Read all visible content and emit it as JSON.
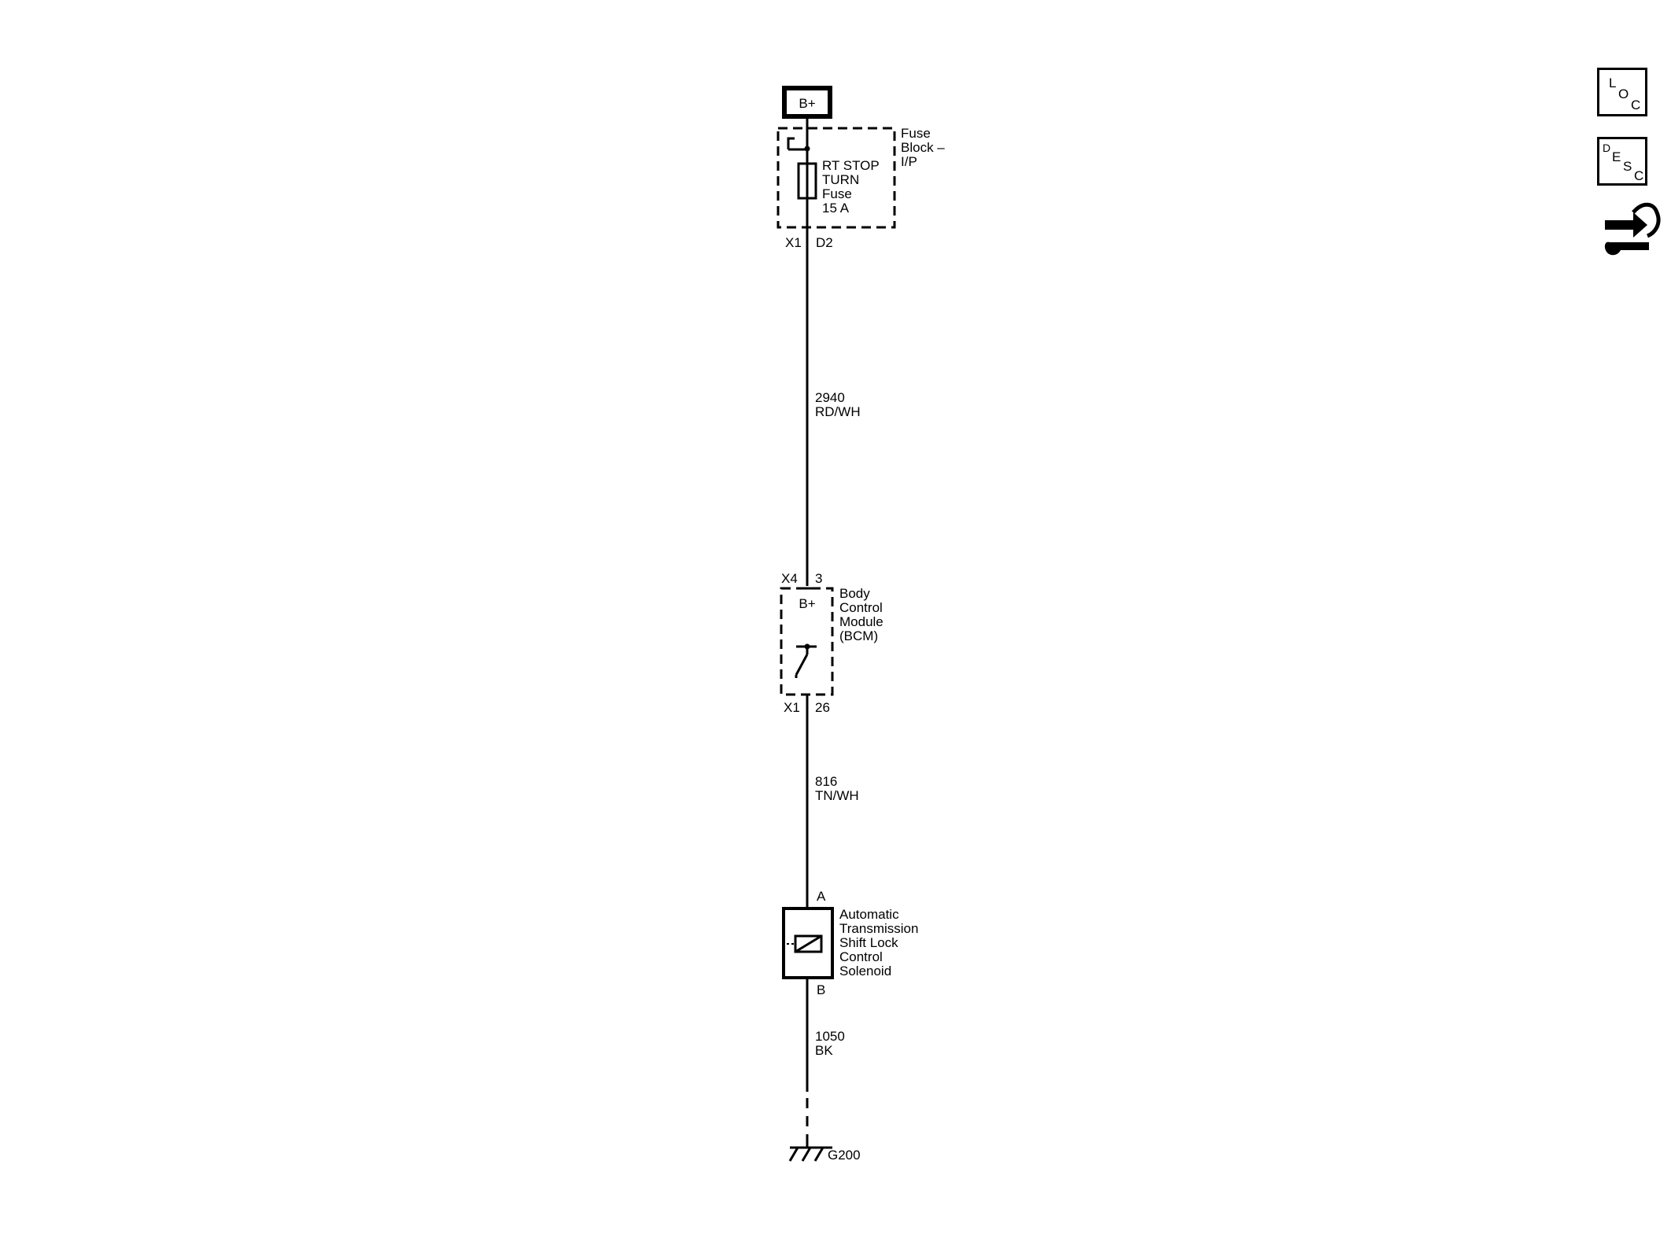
{
  "power_source": {
    "label": "B+"
  },
  "fuse_block": {
    "name_lines": [
      "Fuse",
      "Block –",
      "I/P"
    ],
    "fuse_lines": [
      "RT STOP",
      "TURN",
      "Fuse",
      "15 A"
    ],
    "connector": "X1",
    "pin": "D2"
  },
  "wire_1": {
    "circuit": "2940",
    "color": "RD/WH"
  },
  "bcm": {
    "name_lines": [
      "Body",
      "Control",
      "Module",
      "(BCM)"
    ],
    "input_label": "B+",
    "in_connector": "X4",
    "in_pin": "3",
    "out_connector": "X1",
    "out_pin": "26"
  },
  "wire_2": {
    "circuit": "816",
    "color": "TN/WH"
  },
  "solenoid": {
    "name_lines": [
      "Automatic",
      "Transmission",
      "Shift Lock",
      "Control",
      "Solenoid"
    ],
    "pin_a": "A",
    "pin_b": "B"
  },
  "wire_3": {
    "circuit": "1050",
    "color": "BK"
  },
  "ground": {
    "label": "G200"
  },
  "nav_icons": {
    "loc": {
      "letters": [
        "L",
        "O",
        "C"
      ],
      "icon": "location-view-icon"
    },
    "desc": {
      "letters": [
        "D",
        "E",
        "S",
        "C"
      ],
      "icon": "description-view-icon"
    },
    "connector_end_view": {
      "icon": "connector-end-view-icon"
    }
  }
}
